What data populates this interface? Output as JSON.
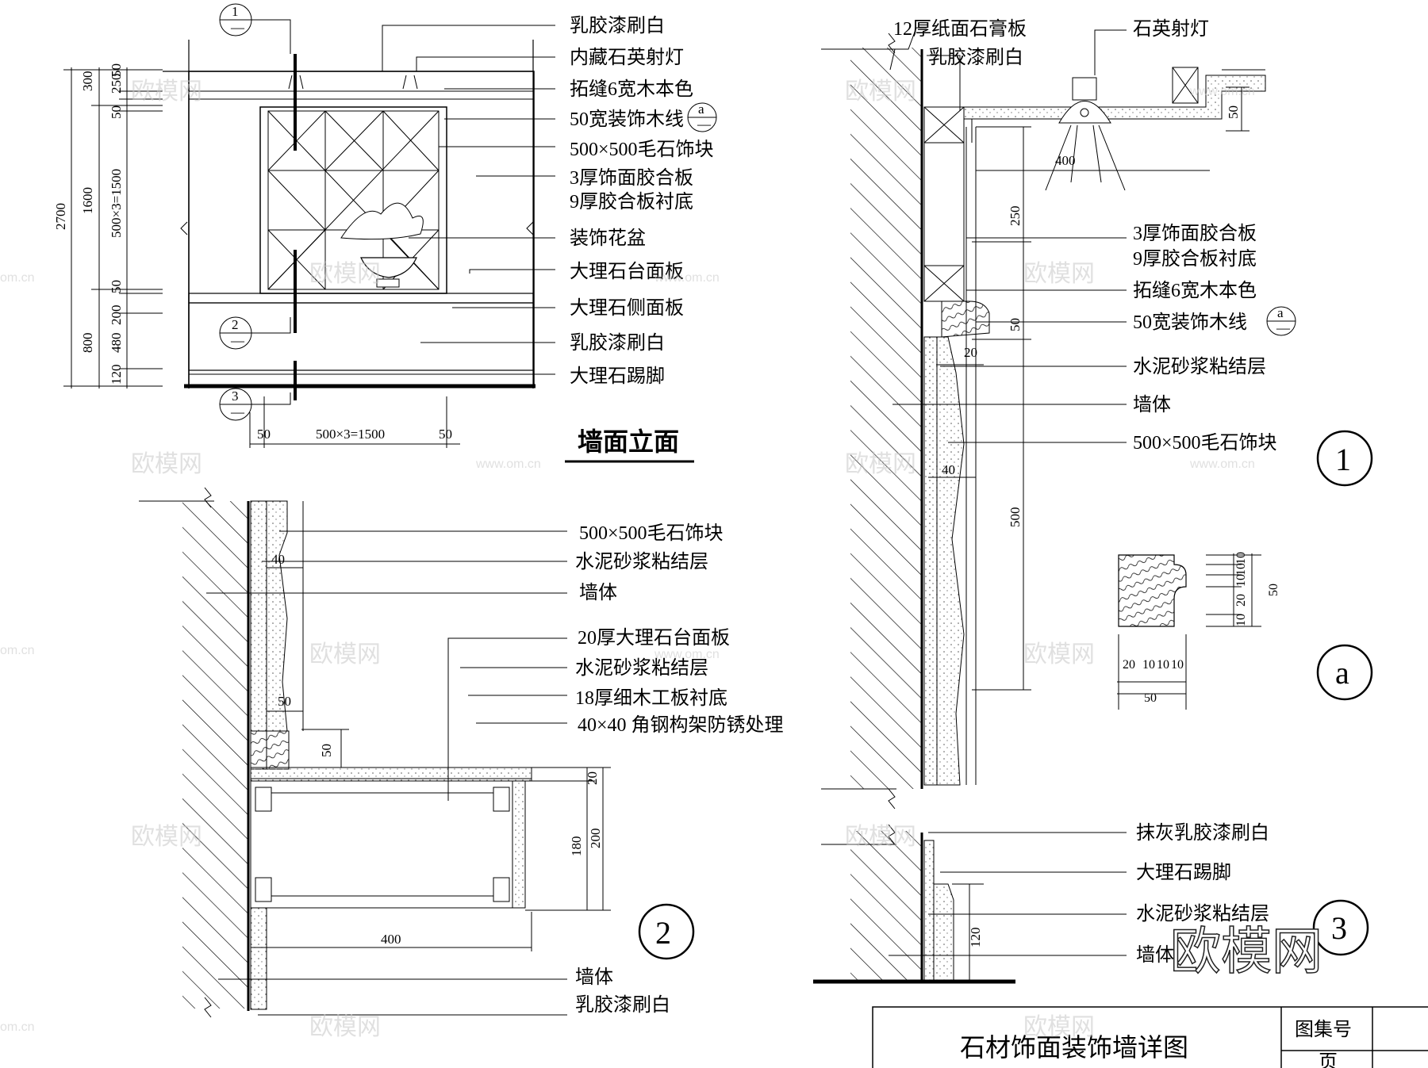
{
  "elevation": {
    "title": "墙面立面",
    "labels": [
      "乳胶漆刷白",
      "内藏石英射灯",
      "拓缝6宽木本色",
      "50宽装饰木线",
      "500×500毛石饰块",
      "3厚饰面胶合板",
      "9厚胶合板衬底",
      "装饰花盆",
      "大理石台面板",
      "大理石侧面板",
      "乳胶漆刷白",
      "大理石踢脚"
    ],
    "dims_v_outer": "2700",
    "dims_v_mid": [
      "300",
      "1600",
      "800"
    ],
    "dims_v_inner": [
      "50",
      "250",
      "50",
      "500×3=1500",
      "50",
      "200",
      "480",
      "120"
    ],
    "dims_h": [
      "50",
      "500×3=1500",
      "50"
    ],
    "callouts": [
      {
        "num": "1",
        "sub": "—"
      },
      {
        "num": "2",
        "sub": "—"
      },
      {
        "num": "3",
        "sub": "—"
      }
    ],
    "detail_tag": {
      "num": "a",
      "sub": "—"
    }
  },
  "section2": {
    "number": "2",
    "labels": [
      "500×500毛石饰块",
      "水泥砂浆粘结层",
      "墙体",
      "20厚大理石台面板",
      "水泥砂浆粘结层",
      "18厚细木工板衬底",
      "40×40 角钢构架防锈处理",
      "墙体",
      "乳胶漆刷白"
    ],
    "dims": [
      "40",
      "50",
      "50",
      "20",
      "180",
      "200",
      "400"
    ]
  },
  "section1": {
    "number": "1",
    "labels_top": [
      "12厚纸面石膏板",
      "乳胶漆刷白",
      "石英射灯"
    ],
    "labels": [
      "3厚饰面胶合板",
      "9厚胶合板衬底",
      "拓缝6宽木本色",
      "50宽装饰木线",
      "水泥砂浆粘结层",
      "墙体",
      "500×500毛石饰块"
    ],
    "dims": [
      "50",
      "400",
      "250",
      "50",
      "20",
      "40",
      "500"
    ],
    "detail_tag": {
      "num": "a",
      "sub": "—"
    }
  },
  "detail_a": {
    "number": "a",
    "dims_v": [
      "10",
      "10",
      "10",
      "20",
      "10",
      "50"
    ],
    "dims_h": [
      "20",
      "10",
      "10",
      "10",
      "50"
    ]
  },
  "section3": {
    "number": "3",
    "labels": [
      "抹灰乳胶漆刷白",
      "大理石踢脚",
      "水泥砂浆粘结层",
      "墙体"
    ],
    "dims": [
      "120"
    ]
  },
  "title_block": {
    "title": "石材饰面装饰墙详图",
    "atlas_label": "图集号",
    "page_label": "页"
  },
  "watermark": {
    "brand": "欧模网",
    "site": "www.om.cn",
    "site_short": "om.cn"
  }
}
